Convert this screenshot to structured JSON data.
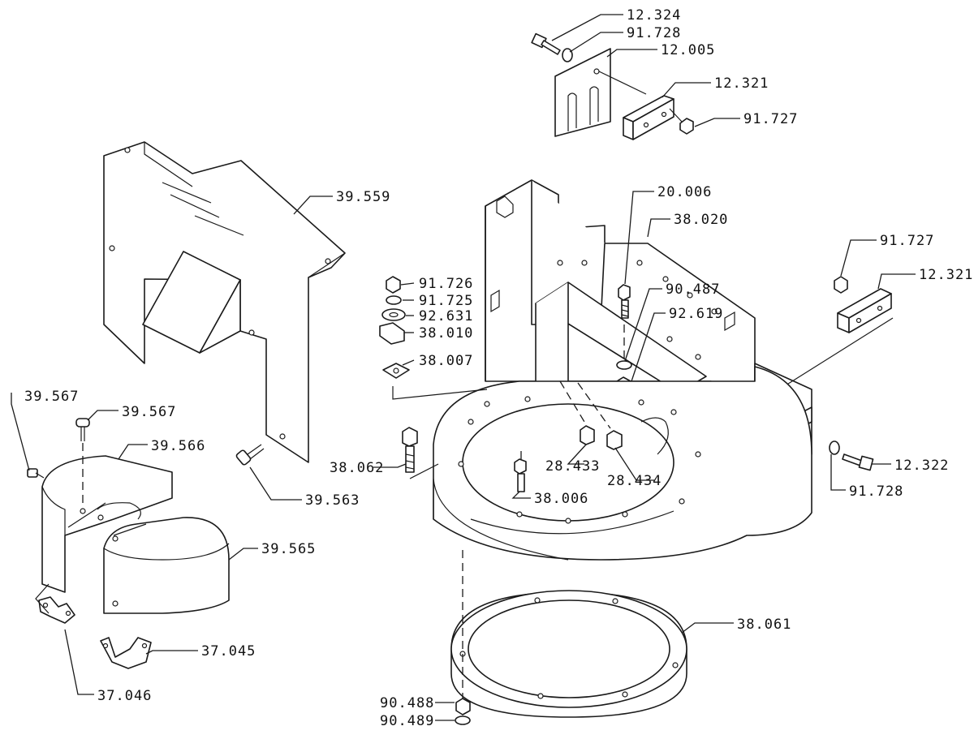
{
  "diagram": {
    "labels": [
      {
        "id": "12-324-top",
        "text": "12.324"
      },
      {
        "id": "91-728-top",
        "text": "91.728"
      },
      {
        "id": "12-005",
        "text": "12.005"
      },
      {
        "id": "12-321-top",
        "text": "12.321"
      },
      {
        "id": "91-727-top",
        "text": "91.727"
      },
      {
        "id": "39-559",
        "text": "39.559"
      },
      {
        "id": "20-006",
        "text": "20.006"
      },
      {
        "id": "38-020",
        "text": "38.020"
      },
      {
        "id": "91-727-right",
        "text": "91.727"
      },
      {
        "id": "12-321-right",
        "text": "12.321"
      },
      {
        "id": "91-726",
        "text": "91.726"
      },
      {
        "id": "91-725",
        "text": "91.725"
      },
      {
        "id": "92-631",
        "text": "92.631"
      },
      {
        "id": "38-010",
        "text": "38.010"
      },
      {
        "id": "90-487",
        "text": "90.487"
      },
      {
        "id": "92-619",
        "text": "92.619"
      },
      {
        "id": "38-007",
        "text": "38.007"
      },
      {
        "id": "39-567-left",
        "text": "39.567"
      },
      {
        "id": "39-567-mid",
        "text": "39.567"
      },
      {
        "id": "39-566",
        "text": "39.566"
      },
      {
        "id": "38-062",
        "text": "38.062"
      },
      {
        "id": "28-433",
        "text": "28.433"
      },
      {
        "id": "28-434",
        "text": "28.434"
      },
      {
        "id": "12-322",
        "text": "12.322"
      },
      {
        "id": "39-563",
        "text": "39.563"
      },
      {
        "id": "38-006",
        "text": "38.006"
      },
      {
        "id": "91-728-right",
        "text": "91.728"
      },
      {
        "id": "39-565",
        "text": "39.565"
      },
      {
        "id": "38-061",
        "text": "38.061"
      },
      {
        "id": "37-045",
        "text": "37.045"
      },
      {
        "id": "37-046",
        "text": "37.046"
      },
      {
        "id": "90-488",
        "text": "90.488"
      },
      {
        "id": "90-489",
        "text": "90.489"
      }
    ]
  }
}
